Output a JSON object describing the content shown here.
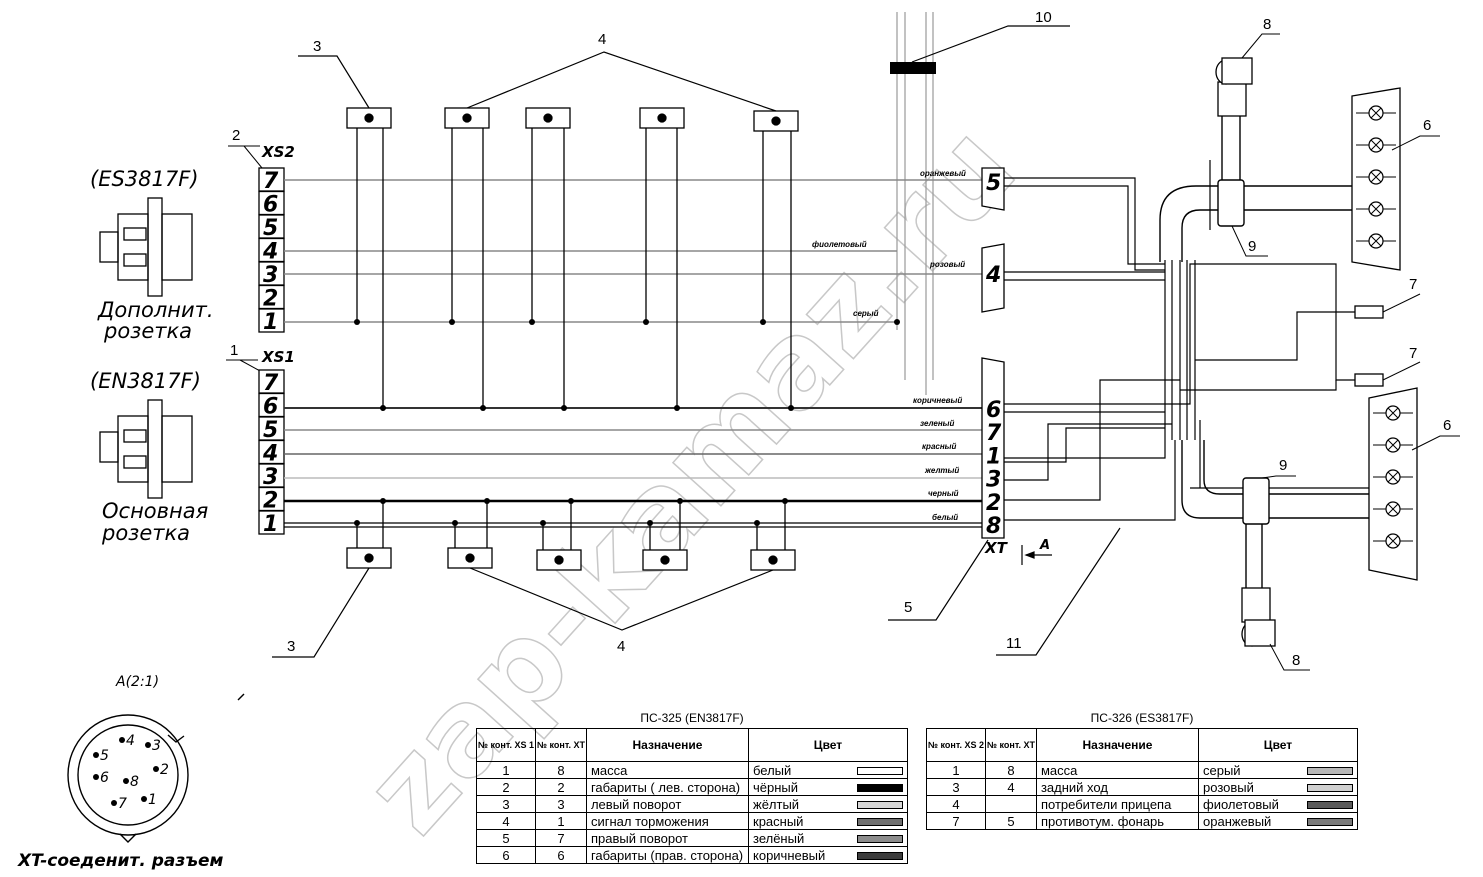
{
  "detail_label": "A(2:1)",
  "detail_arrow_label": "A",
  "xt_caption": "XT-соеденит. разъем",
  "xt_label": "XT",
  "socket_aux": {
    "code": "(ES3817F)",
    "name_1": "Дополнит.",
    "name_2": "розетка",
    "id": "XS2",
    "callout": "2"
  },
  "socket_main": {
    "code": "(EN3817F)",
    "name_1": "Основная",
    "name_2": "розетка",
    "id": "XS1",
    "callout": "1"
  },
  "pins": [
    "7",
    "6",
    "5",
    "4",
    "3",
    "2",
    "1"
  ],
  "xt_top_pins": [
    "5",
    "4"
  ],
  "xt_bottom_pins": [
    "6",
    "7",
    "1",
    "3",
    "2",
    "8"
  ],
  "wire_names": {
    "orange": "оранжевый",
    "violet": "фиолетовый",
    "pink": "розовый",
    "gray": "серый",
    "brown": "коричневый",
    "green": "зеленый",
    "red": "красный",
    "yellow": "желтый",
    "black": "черный",
    "white": "белый"
  },
  "callouts": {
    "c1": "1",
    "c2": "2",
    "c3": "3",
    "c4": "4",
    "c5": "5",
    "c6": "6",
    "c7": "7",
    "c8": "8",
    "c9": "9",
    "c10": "10",
    "c11": "11"
  },
  "xt_pin_digits": [
    "4",
    "3",
    "5",
    "6",
    "8",
    "2",
    "7",
    "1"
  ],
  "watermark": "zap-kamaz.ru",
  "table_325": {
    "caption": "ПС-325 (EN3817F)",
    "headers": [
      "№ конт. XS 1",
      "№ конт. XT",
      "Назначение",
      "Цвет"
    ],
    "rows": [
      {
        "xs": "1",
        "xt": "8",
        "purpose": "масса",
        "color": "белый",
        "hex": "#ffffff"
      },
      {
        "xs": "2",
        "xt": "2",
        "purpose": "габариты ( лев. сторона)",
        "color": "чёрный",
        "hex": "#000000"
      },
      {
        "xs": "3",
        "xt": "3",
        "purpose": "левый поворот",
        "color": "жёлтый",
        "hex": "#d8d8d8"
      },
      {
        "xs": "4",
        "xt": "1",
        "purpose": "сигнал торможения",
        "color": "красный",
        "hex": "#6f6f6f"
      },
      {
        "xs": "5",
        "xt": "7",
        "purpose": "правый поворот",
        "color": "зелёный",
        "hex": "#8c8c8c"
      },
      {
        "xs": "6",
        "xt": "6",
        "purpose": "габариты (прав. сторона)",
        "color": "коричневый",
        "hex": "#3d3d3d"
      }
    ]
  },
  "table_326": {
    "caption": "ПС-326 (ES3817F)",
    "headers": [
      "№ конт. XS 2",
      "№ конт. XT",
      "Назначение",
      "Цвет"
    ],
    "rows": [
      {
        "xs": "1",
        "xt": "8",
        "purpose": "масса",
        "color": "серый",
        "hex": "#b8b8b8"
      },
      {
        "xs": "3",
        "xt": "4",
        "purpose": "задний ход",
        "color": "розовый",
        "hex": "#d0d0d0"
      },
      {
        "xs": "4",
        "xt": "",
        "purpose": "потребители прицепа",
        "color": "фиолетовый",
        "hex": "#5a5a5a"
      },
      {
        "xs": "7",
        "xt": "5",
        "purpose": "противотум. фонарь",
        "color": "оранжевый",
        "hex": "#7a7a7a"
      }
    ]
  }
}
